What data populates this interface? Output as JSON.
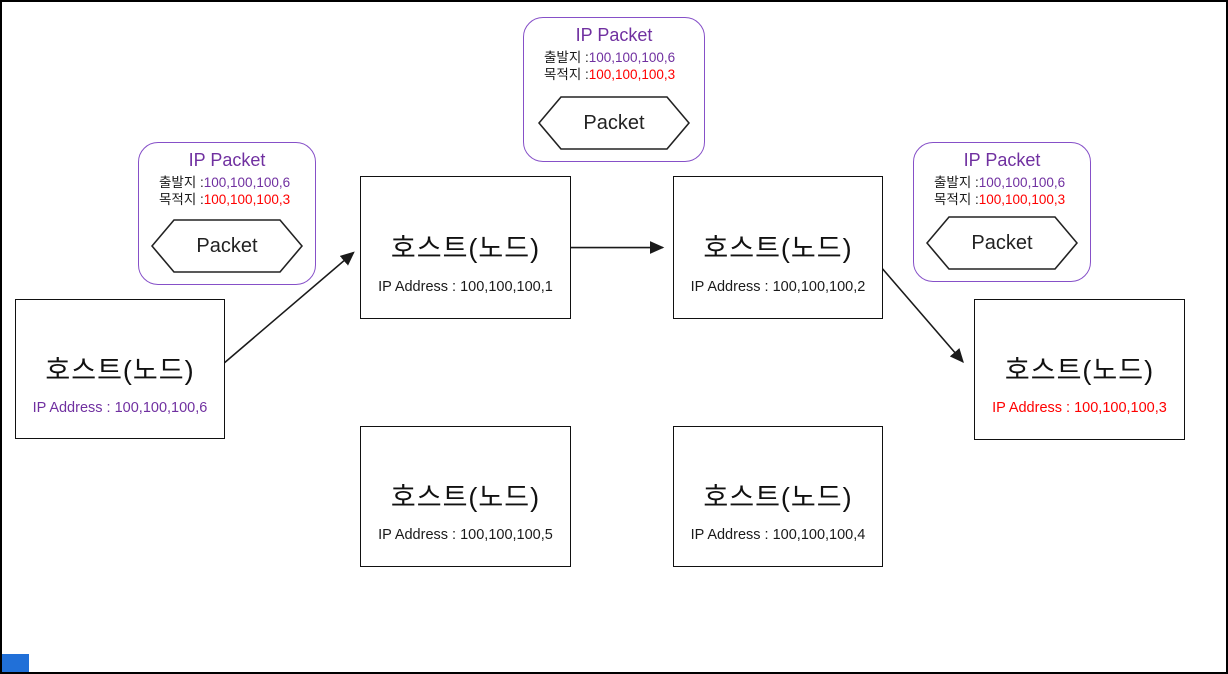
{
  "diagram": {
    "frame_border_color": "#000000",
    "background": "#ffffff",
    "arrow_color": "#1a1a1a"
  },
  "colors": {
    "purple": "#7030A0",
    "red": "#FF0000",
    "black": "#1a1a1a",
    "packet_border": "#8650c8",
    "corner_blue": "#2170d8"
  },
  "hosts": [
    {
      "title": "호스트(노드)",
      "ip": "IP Address : 100,100,100,6",
      "ip_color": "#7030A0"
    },
    {
      "title": "호스트(노드)",
      "ip": "IP Address : 100,100,100,1",
      "ip_color": "#1a1a1a"
    },
    {
      "title": "호스트(노드)",
      "ip": "IP Address : 100,100,100,2",
      "ip_color": "#1a1a1a"
    },
    {
      "title": "호스트(노드)",
      "ip": "IP Address : 100,100,100,3",
      "ip_color": "#FF0000"
    },
    {
      "title": "호스트(노드)",
      "ip": "IP Address : 100,100,100,5",
      "ip_color": "#1a1a1a"
    },
    {
      "title": "호스트(노드)",
      "ip": "IP Address : 100,100,100,4",
      "ip_color": "#1a1a1a"
    }
  ],
  "packets": [
    {
      "title": "IP Packet",
      "title_color": "#7030A0",
      "src_label": "출발지 :",
      "src_value": "100,100,100,6",
      "src_color": "#7030A0",
      "dst_label": "목적지 :",
      "dst_value": "100,100,100,3",
      "dst_color": "#FF0000",
      "hex_label": "Packet"
    },
    {
      "title": "IP Packet",
      "title_color": "#7030A0",
      "src_label": "출발지 :",
      "src_value": "100,100,100,6",
      "src_color": "#7030A0",
      "dst_label": "목적지 :",
      "dst_value": "100,100,100,3",
      "dst_color": "#FF0000",
      "hex_label": "Packet"
    },
    {
      "title": "IP Packet",
      "title_color": "#7030A0",
      "src_label": "출발지 :",
      "src_value": "100,100,100,6",
      "src_color": "#7030A0",
      "dst_label": "목적지 :",
      "dst_value": "100,100,100,3",
      "dst_color": "#FF0000",
      "hex_label": "Packet"
    }
  ]
}
